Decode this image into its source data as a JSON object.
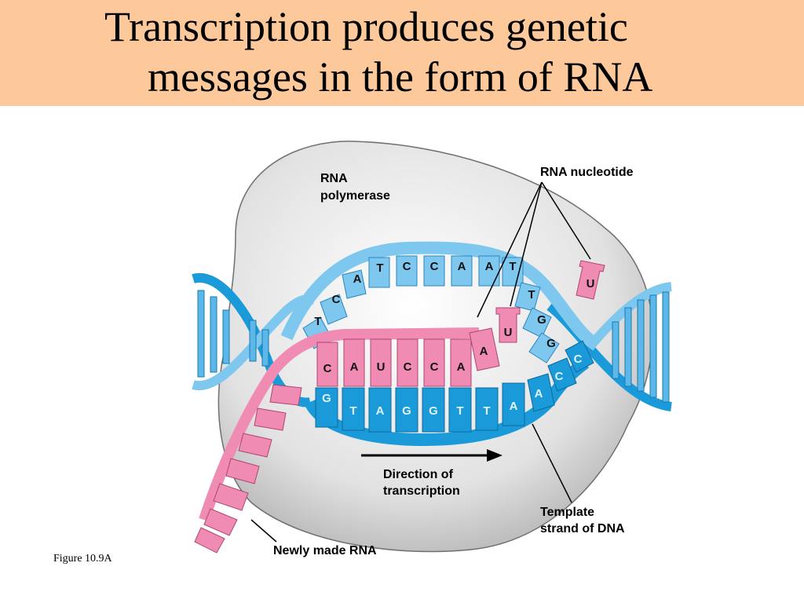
{
  "slide": {
    "title_line1": "Transcription produces genetic",
    "title_line2": "messages in the form of RNA",
    "figure_caption": "Figure 10.9A"
  },
  "labels": {
    "rna_polymerase_1": "RNA",
    "rna_polymerase_2": "polymerase",
    "rna_nucleotide": "RNA nucleotide",
    "direction_1": "Direction of",
    "direction_2": "transcription",
    "template_1": "Template",
    "template_2": "strand of DNA",
    "newly_made_rna": "Newly made RNA"
  },
  "sequences": {
    "coding_strand": [
      "T",
      "C",
      "A",
      "T",
      "C",
      "C",
      "A",
      "A",
      "T",
      "T",
      "G",
      "G"
    ],
    "template_strand": [
      "G",
      "T",
      "A",
      "G",
      "G",
      "T",
      "T",
      "A",
      "A",
      "C",
      "C"
    ],
    "rna": [
      "C",
      "A",
      "U",
      "C",
      "C",
      "A",
      "A"
    ],
    "free_nucleotides": [
      "U",
      "U"
    ]
  },
  "colors": {
    "title_band": "#fdc99a",
    "polymerase": "#d9d9d9",
    "dna_light": "#7ec8f0",
    "dna_dark": "#1a9ad8",
    "rna_pink": "#f08cb4"
  }
}
